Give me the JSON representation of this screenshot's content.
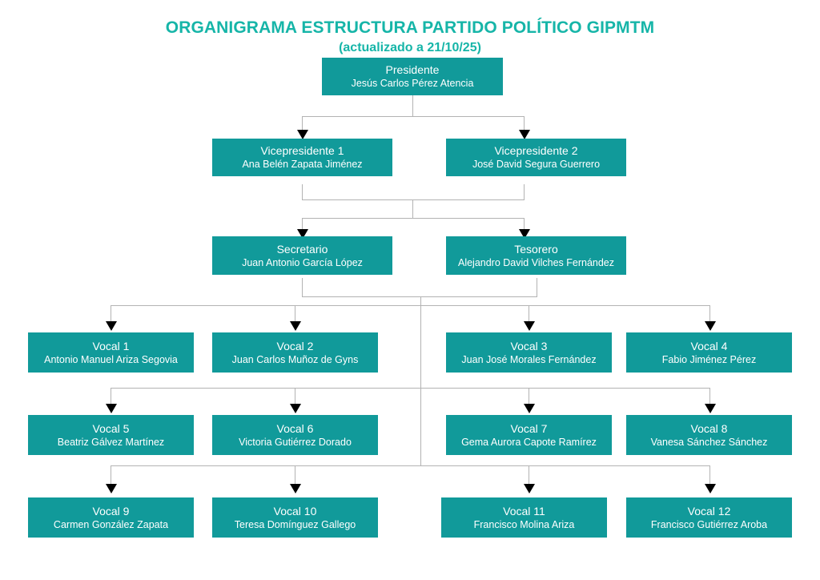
{
  "title": {
    "main": "ORGANIGRAMA ESTRUCTURA PARTIDO POLÍTICO GIPMTM",
    "subtitle": "(actualizado a 21/10/25)"
  },
  "colors": {
    "box_fill": "#119a9a",
    "box_text": "#ffffff",
    "title_text": "#16b5a8",
    "connector": "#b3b3b3",
    "arrowhead": "#000000",
    "background": "#ffffff"
  },
  "chart_data": {
    "type": "diagram",
    "diagram_type": "organizational-chart",
    "title": "ORGANIGRAMA ESTRUCTURA PARTIDO POLÍTICO GIPMTM",
    "subtitle": "(actualizado a 21/10/25)",
    "levels": [
      [
        "presidente"
      ],
      [
        "vicepresidente-1",
        "vicepresidente-2"
      ],
      [
        "secretario",
        "tesorero"
      ],
      [
        "vocal-1",
        "vocal-2",
        "vocal-3",
        "vocal-4"
      ],
      [
        "vocal-5",
        "vocal-6",
        "vocal-7",
        "vocal-8"
      ],
      [
        "vocal-9",
        "vocal-10",
        "vocal-11",
        "vocal-12"
      ]
    ],
    "edges": [
      [
        "presidente",
        "vicepresidente-1"
      ],
      [
        "presidente",
        "vicepresidente-2"
      ],
      [
        "vicepresidente-1",
        "secretario"
      ],
      [
        "vicepresidente-1",
        "tesorero"
      ],
      [
        "vicepresidente-2",
        "secretario"
      ],
      [
        "vicepresidente-2",
        "tesorero"
      ],
      [
        "secretario",
        "vocal-1"
      ],
      [
        "secretario",
        "vocal-2"
      ],
      [
        "secretario",
        "vocal-3"
      ],
      [
        "secretario",
        "vocal-4"
      ],
      [
        "tesorero",
        "vocal-1"
      ],
      [
        "tesorero",
        "vocal-2"
      ],
      [
        "tesorero",
        "vocal-3"
      ],
      [
        "tesorero",
        "vocal-4"
      ],
      [
        "secretario",
        "vocal-5"
      ],
      [
        "secretario",
        "vocal-6"
      ],
      [
        "secretario",
        "vocal-7"
      ],
      [
        "secretario",
        "vocal-8"
      ],
      [
        "secretario",
        "vocal-9"
      ],
      [
        "secretario",
        "vocal-10"
      ],
      [
        "secretario",
        "vocal-11"
      ],
      [
        "secretario",
        "vocal-12"
      ]
    ]
  },
  "nodes": {
    "presidente": {
      "role": "Presidente",
      "person": "Jesús Carlos Pérez Atencia"
    },
    "vicepresidente_1": {
      "role": "Vicepresidente 1",
      "person": "Ana Belén Zapata Jiménez"
    },
    "vicepresidente_2": {
      "role": "Vicepresidente 2",
      "person": "José David Segura Guerrero"
    },
    "secretario": {
      "role": "Secretario",
      "person": "Juan Antonio García López"
    },
    "tesorero": {
      "role": "Tesorero",
      "person": "Alejandro David Vilches Fernández"
    },
    "vocal_1": {
      "role": "Vocal 1",
      "person": "Antonio Manuel Ariza Segovia"
    },
    "vocal_2": {
      "role": "Vocal 2",
      "person": "Juan Carlos Muñoz de Gyns"
    },
    "vocal_3": {
      "role": "Vocal 3",
      "person": "Juan José Morales Fernández"
    },
    "vocal_4": {
      "role": "Vocal 4",
      "person": "Fabio Jiménez Pérez"
    },
    "vocal_5": {
      "role": "Vocal 5",
      "person": "Beatriz Gálvez Martínez"
    },
    "vocal_6": {
      "role": "Vocal 6",
      "person": "Victoria Gutiérrez Dorado"
    },
    "vocal_7": {
      "role": "Vocal 7",
      "person": "Gema Aurora Capote Ramírez"
    },
    "vocal_8": {
      "role": "Vocal 8",
      "person": "Vanesa Sánchez Sánchez"
    },
    "vocal_9": {
      "role": "Vocal 9",
      "person": "Carmen González Zapata"
    },
    "vocal_10": {
      "role": "Vocal 10",
      "person": "Teresa Domínguez Gallego"
    },
    "vocal_11": {
      "role": "Vocal 11",
      "person": "Francisco Molina Ariza"
    },
    "vocal_12": {
      "role": "Vocal 12",
      "person": "Francisco Gutiérrez Aroba"
    }
  }
}
